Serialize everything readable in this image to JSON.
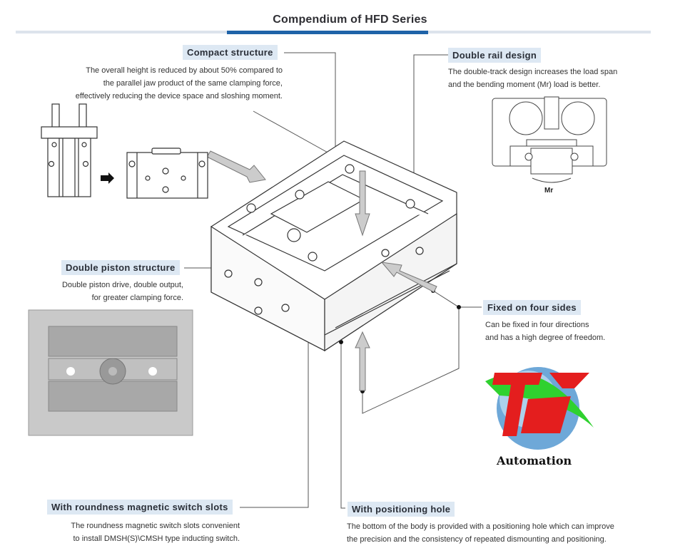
{
  "header": {
    "title": "Compendium of HFD Series"
  },
  "colors": {
    "accent": "#1f63a8",
    "label_bg": "#dde8f3",
    "rule": "#dde3ec"
  },
  "features": [
    {
      "title": "Compact structure",
      "lines": [
        "The overall height is reduced by about 50% compared to",
        "the parallel jaw product of the same clamping force,",
        "effectively reducing the device space and sloshing moment."
      ]
    },
    {
      "title": "Double rail design",
      "lines": [
        "The double-track design increases the load span",
        "and the bending moment (Mr) load is better."
      ]
    },
    {
      "title": "Double piston structure",
      "lines": [
        "Double piston drive, double output,",
        "for greater clamping force."
      ]
    },
    {
      "title": "Fixed on four sides",
      "lines": [
        "Can be fixed in four directions",
        "and has a high degree of freedom."
      ]
    },
    {
      "title": "With roundness magnetic switch slots",
      "lines": [
        "The roundness magnetic switch slots convenient",
        "to install DMSH(S)\\CMSH type inducting switch."
      ]
    },
    {
      "title": "With positioning hole",
      "lines": [
        "The bottom of the body is provided with a positioning hole which can improve",
        "the precision and the consistency of repeated dismounting and positioning."
      ]
    }
  ],
  "rail_diagram": {
    "moment_label": "Mr"
  },
  "logo": {
    "text": "Automation",
    "icon": "globe-logo-icon"
  }
}
